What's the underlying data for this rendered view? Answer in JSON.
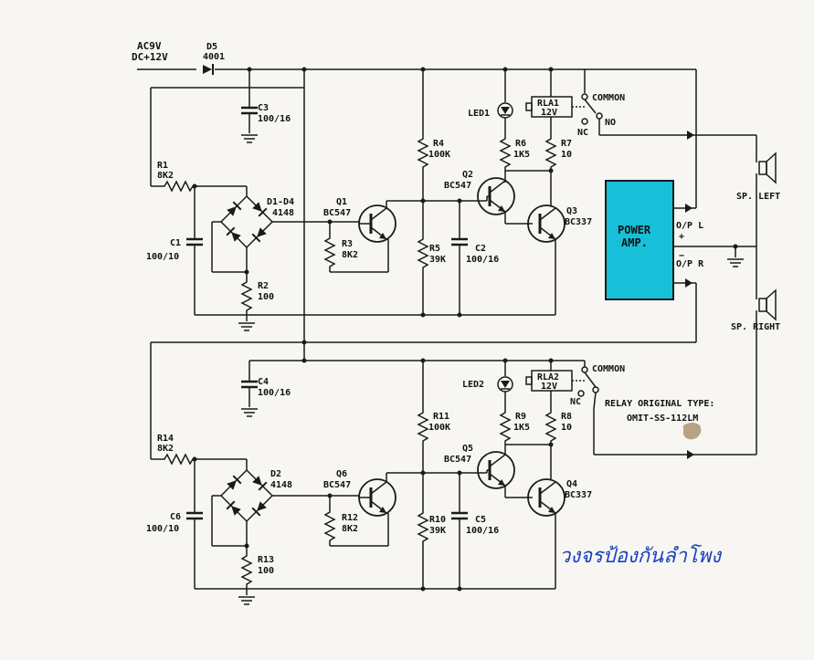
{
  "labels": {
    "supply": "AC9V",
    "supply2": "DC+12V",
    "d5": "D5",
    "d5v": "4001",
    "c3": "C3",
    "c3v": "100/16",
    "r1": "R1",
    "r1v": "8K2",
    "d1d4": "D1-D4",
    "d1d4v": "4148",
    "q1": "Q1",
    "q1v": "BC547",
    "c1": "C1",
    "c1v": "100/10",
    "r3": "R3",
    "r3v": "8K2",
    "r2": "R2",
    "r2v": "100",
    "r4": "R4",
    "r4v": "100K",
    "r5": "R5",
    "r5v": "39K",
    "c2": "C2",
    "c2v": "100/16",
    "led1": "LED1",
    "rla1": "RLA1",
    "rla1v": "12V",
    "r6": "R6",
    "r6v": "1K5",
    "r7": "R7",
    "r7v": "10",
    "q2": "Q2",
    "q2v": "BC547",
    "q3": "Q3",
    "q3v": "BC337",
    "common1": "COMMON",
    "no1": "NO",
    "nc1": "NC",
    "power_amp_1": "POWER",
    "power_amp_2": "AMP.",
    "opl": "O/P L",
    "opr": "O/P R",
    "spl": "SP. LEFT",
    "spr": "SP. RIGHT",
    "plus": "+",
    "minus": "−",
    "c4": "C4",
    "c4v": "100/16",
    "r14": "R14",
    "r14v": "8K2",
    "d2": "D2",
    "d2v": "4148",
    "q6": "Q6",
    "q6v": "BC547",
    "c6": "C6",
    "c6v": "100/10",
    "r12": "R12",
    "r12v": "8K2",
    "r13": "R13",
    "r13v": "100",
    "r11": "R11",
    "r11v": "100K",
    "r10": "R10",
    "r10v": "39K",
    "c5": "C5",
    "c5v": "100/16",
    "led2": "LED2",
    "rla2": "RLA2",
    "rla2v": "12V",
    "r9": "R9",
    "r9v": "1K5",
    "r8": "R8",
    "r8v": "10",
    "q5": "Q5",
    "q5v": "BC547",
    "q4": "Q4",
    "q4v": "BC337",
    "common2": "COMMON",
    "nc2": "NC",
    "relay_note_1": "RELAY ORIGINAL TYPE:",
    "relay_note_2": "OMIT-SS-112LM",
    "thai_caption": "วงจรป้องกันลำโพง"
  },
  "colors": {
    "power_amp_fill": "#17c0d8",
    "caption_blue": "#1a3fbf",
    "ink": "#1a1a1a"
  }
}
